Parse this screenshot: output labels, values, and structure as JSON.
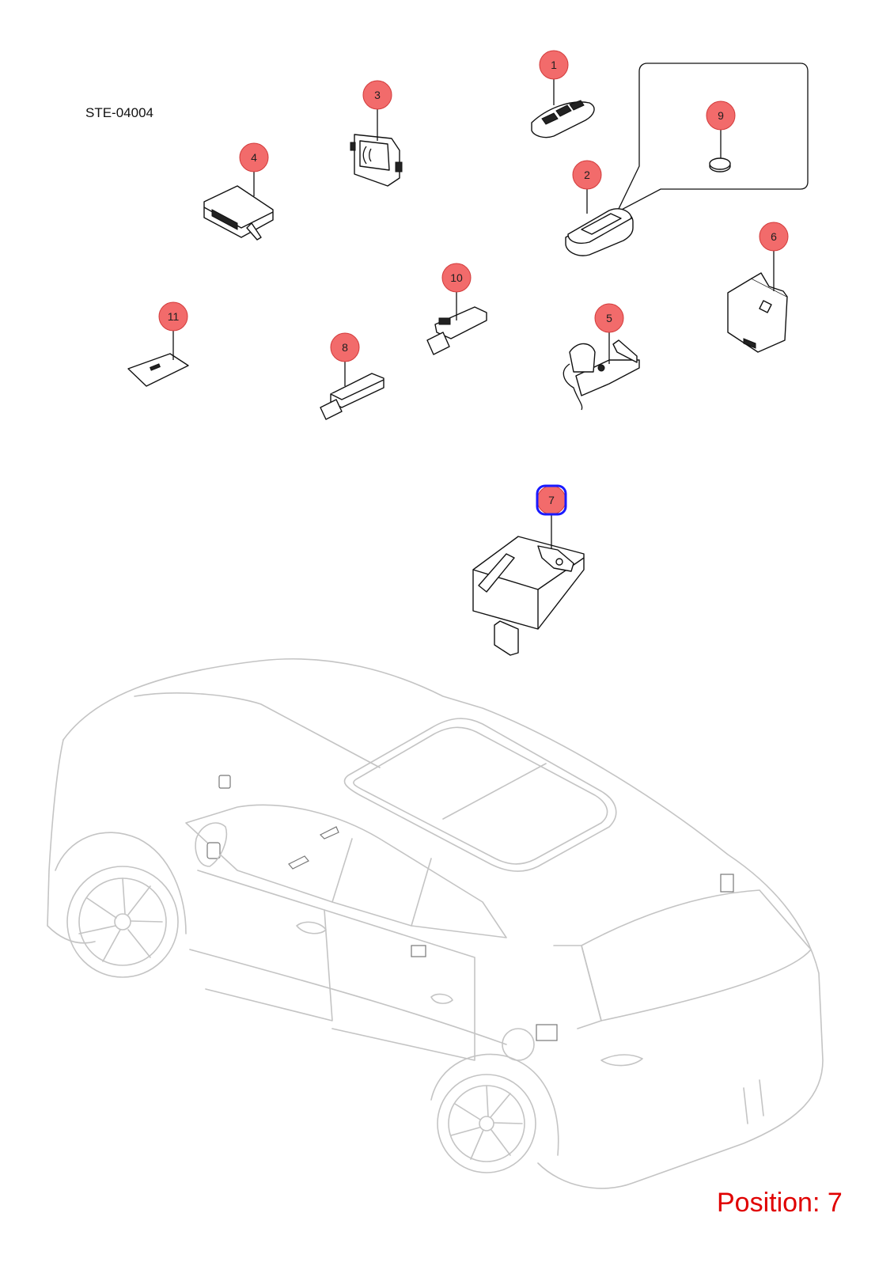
{
  "diagram_code": "STE-04004",
  "position_label": "Position: 7",
  "selected_callout": "7",
  "colors": {
    "callout_fill": "#f26b6b",
    "callout_stroke": "#d23b3b",
    "selected_outline": "#1a1aff",
    "position_text": "#e00000"
  },
  "callouts": [
    {
      "id": "1",
      "label": "1"
    },
    {
      "id": "2",
      "label": "2"
    },
    {
      "id": "3",
      "label": "3"
    },
    {
      "id": "4",
      "label": "4"
    },
    {
      "id": "5",
      "label": "5"
    },
    {
      "id": "6",
      "label": "6"
    },
    {
      "id": "7",
      "label": "7"
    },
    {
      "id": "8",
      "label": "8"
    },
    {
      "id": "9",
      "label": "9"
    },
    {
      "id": "10",
      "label": "10"
    },
    {
      "id": "11",
      "label": "11"
    }
  ]
}
